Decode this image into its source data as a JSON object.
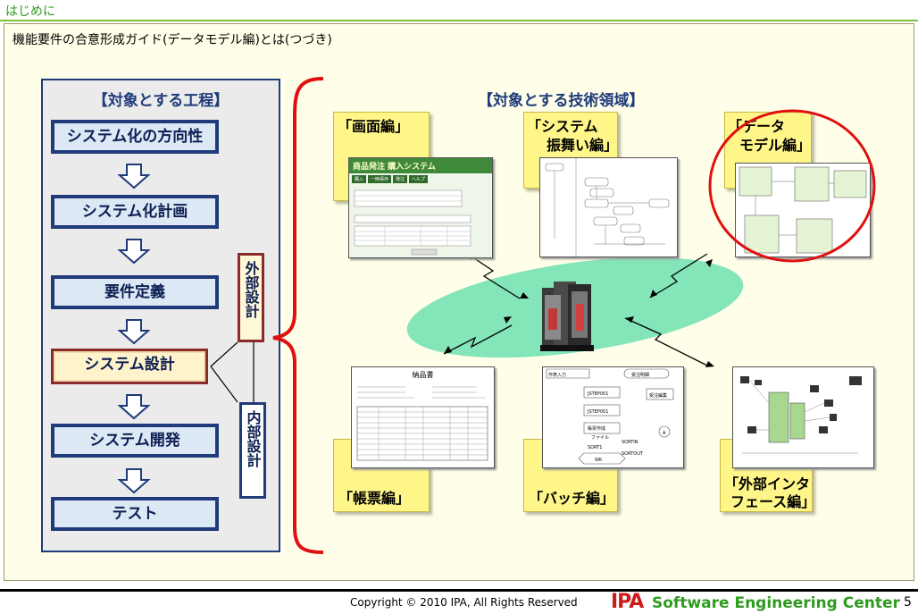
{
  "header": {
    "section": "はじめに"
  },
  "slide": {
    "subtitle": "機能要件の合意形成ガイド(データモデル編)とは(つづき)",
    "process_title": "【対象とする工程】",
    "process_steps": [
      "システム化の方向性",
      "システム化計画",
      "要件定義",
      "システム設計",
      "システム開発",
      "テスト"
    ],
    "external_design": "外部設計",
    "internal_design": "内部設計",
    "domain_title": "【対象とする技術領域】",
    "domains": {
      "screen": "「画面編」",
      "behavior_line1": "「システム",
      "behavior_line2": "振舞い編」",
      "data_line1": "「データ",
      "data_line2": "モデル編」",
      "form": "「帳票編」",
      "batch": "「バッチ編」",
      "interface_line1": "「外部インタ",
      "interface_line2": "フェース編」"
    },
    "screen_thumb": {
      "title": "商品発注 購入システム",
      "tabs": [
        "購入",
        "一時保存",
        "発注",
        "ヘルプ"
      ]
    },
    "form_thumb": {
      "title": "納品書"
    },
    "batch_thumb": {
      "labels": [
        "作表入力",
        "受注明細",
        "JSTEP001",
        "受注編集",
        "JSTEP001",
        "帳票作成",
        "ファイル",
        "SORTIN",
        "SORT1",
        "SORTOUT",
        "WK",
        "A"
      ]
    }
  },
  "footer": {
    "copyright": "Copyright © 2010 IPA, All Rights Reserved",
    "logo": "IPA",
    "org": "Software Engineering Center",
    "page": "5"
  },
  "colors": {
    "navy": "#1f3b7a",
    "highlight_red": "#e01010",
    "ellipse": "#6fe0b0",
    "card_yellow": "#fff68a",
    "brand_green": "#2e9a1e"
  }
}
